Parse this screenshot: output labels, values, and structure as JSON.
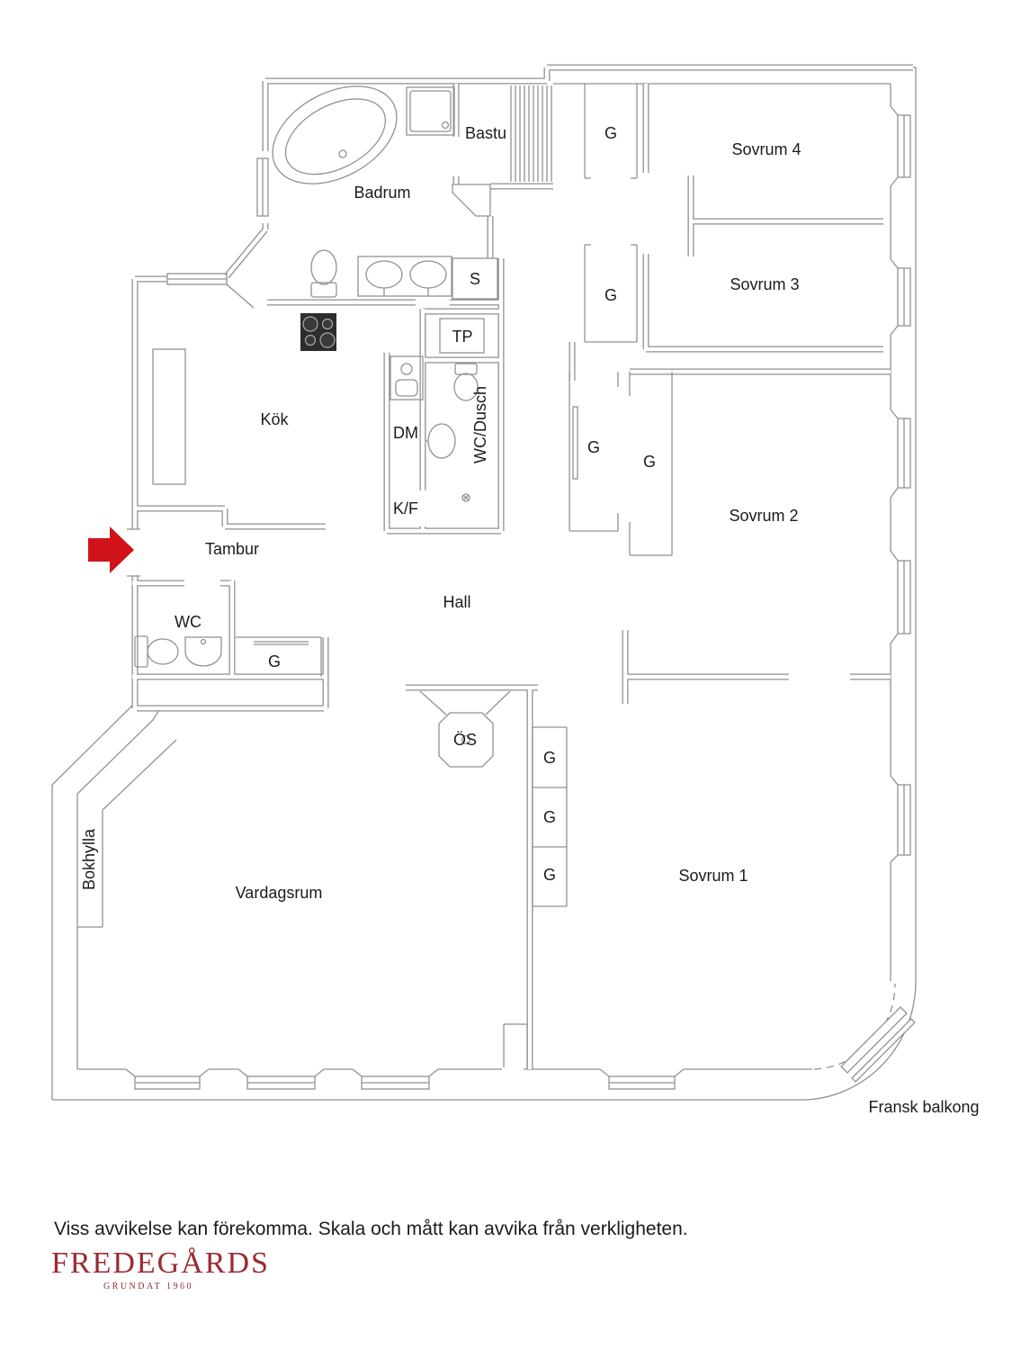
{
  "floorplan": {
    "rooms": {
      "badrum": "Badrum",
      "bastu": "Bastu",
      "kok": "Kök",
      "tambur": "Tambur",
      "hall": "Hall",
      "wc": "WC",
      "wc_dusch": "WC/Dusch",
      "vardagsrum": "Vardagsrum",
      "sovrum1": "Sovrum 1",
      "sovrum2": "Sovrum 2",
      "sovrum3": "Sovrum 3",
      "sovrum4": "Sovrum 4"
    },
    "features": {
      "g": "G",
      "s": "S",
      "tp": "TP",
      "dm": "DM",
      "kf": "K/F",
      "os": "ÖS",
      "bokhylla": "Bokhylla",
      "fransk_balkong": "Fransk balkong"
    }
  },
  "footer": {
    "disclaimer": "Viss avvikelse kan förekomma. Skala och mått kan avvika från verkligheten.",
    "brand": "FREDEGÅRDS",
    "brand_subtitle": "GRUNDAT 1960"
  },
  "colors": {
    "wall": "#8f8f8f",
    "text": "#1b1b1b",
    "entrance_arrow": "#cf1318",
    "brand": "#9b2a31"
  }
}
